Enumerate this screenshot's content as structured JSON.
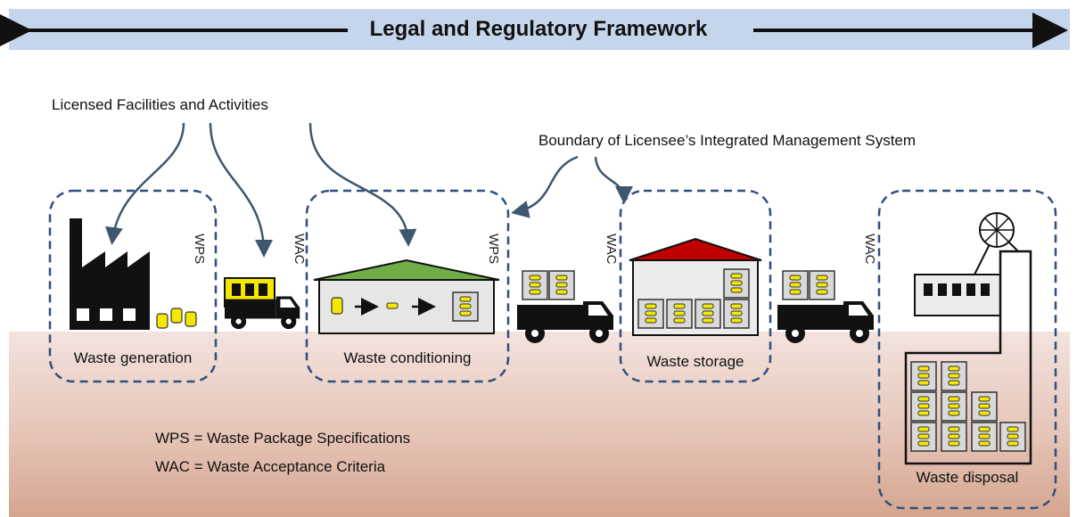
{
  "banner": {
    "title": "Legal and Regulatory Framework"
  },
  "labels": {
    "licensed": "Licensed Facilities and Activities",
    "boundary": "Boundary of Licensee’s Integrated Management System"
  },
  "stages": [
    {
      "label": "Waste generation"
    },
    {
      "label": "Waste conditioning"
    },
    {
      "label": "Waste storage"
    },
    {
      "label": "Waste disposal"
    }
  ],
  "side_tags": {
    "wps": "WPS",
    "wac": "WAC"
  },
  "legend": [
    "WPS = Waste Package Specifications",
    "WAC = Waste Acceptance Criteria"
  ],
  "colors": {
    "banner": "#c5d6ec",
    "dashed_box": "#2f4f7f",
    "arrow": "#3e5670",
    "waste_drum": "#f5e800",
    "roof_conditioning": "#70ad47",
    "roof_storage": "#c00000"
  }
}
